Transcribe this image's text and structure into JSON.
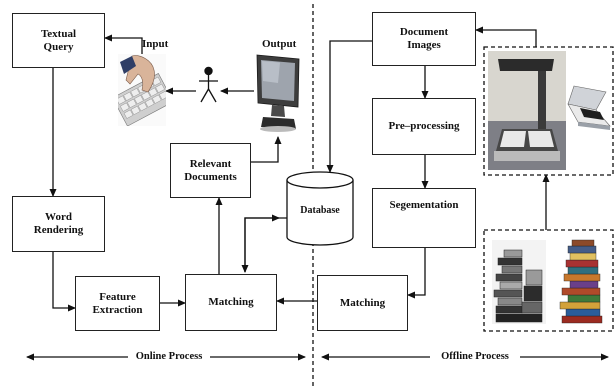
{
  "nodes": {
    "textual_query": "Textual\nQuery",
    "input": "Input",
    "output": "Output",
    "word_rendering": "Word\nRendering",
    "feature_extraction": "Feature\nExtraction",
    "matching_online": "Matching",
    "relevant_documents": "Relevant\nDocuments",
    "database": "Database",
    "document_images": "Document\nImages",
    "preprocessing": "Pre–processing",
    "segmentation": "Segementation",
    "matching_offline": "Matching"
  },
  "sections": {
    "online": "Online Process",
    "offline": "Offline Process"
  },
  "icons": [
    "hand-typing-keyboard-icon",
    "stick-figure-user-icon",
    "computer-monitor-icon",
    "book-scanner-icon",
    "flatbed-scanner-icon",
    "book-stack-icon"
  ]
}
